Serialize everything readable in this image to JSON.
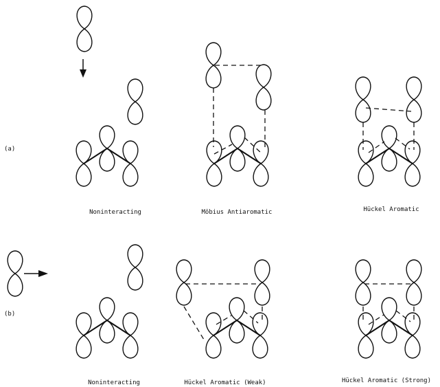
{
  "row_a": {
    "label": "(a)",
    "captions": [
      "Noninteracting",
      "Möbius Antiaromatic",
      "Hückel Aromatic"
    ]
  },
  "row_b": {
    "label": "(b)",
    "captions": [
      "Noninteracting",
      "Hückel Aromatic (Weak)",
      "Hückel Aromatic (Strong)"
    ]
  }
}
